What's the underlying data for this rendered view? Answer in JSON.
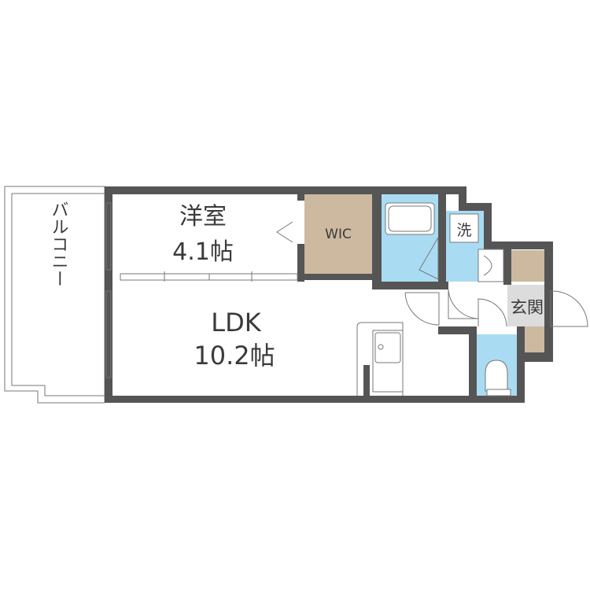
{
  "rooms": {
    "western_room": {
      "name": "洋室",
      "size": "4.1帖"
    },
    "wic": {
      "name": "WIC"
    },
    "ldk": {
      "name": "LDK",
      "size": "10.2帖"
    },
    "washroom": {
      "name": "洗"
    },
    "entrance": {
      "name": "玄関"
    },
    "balcony": {
      "name": "バルコニー"
    }
  },
  "colors": {
    "wall": "#555555",
    "wet_area": "#a9dcf3",
    "storage": "#cdb9a0",
    "entrance_floor": "#dcdcdc"
  }
}
